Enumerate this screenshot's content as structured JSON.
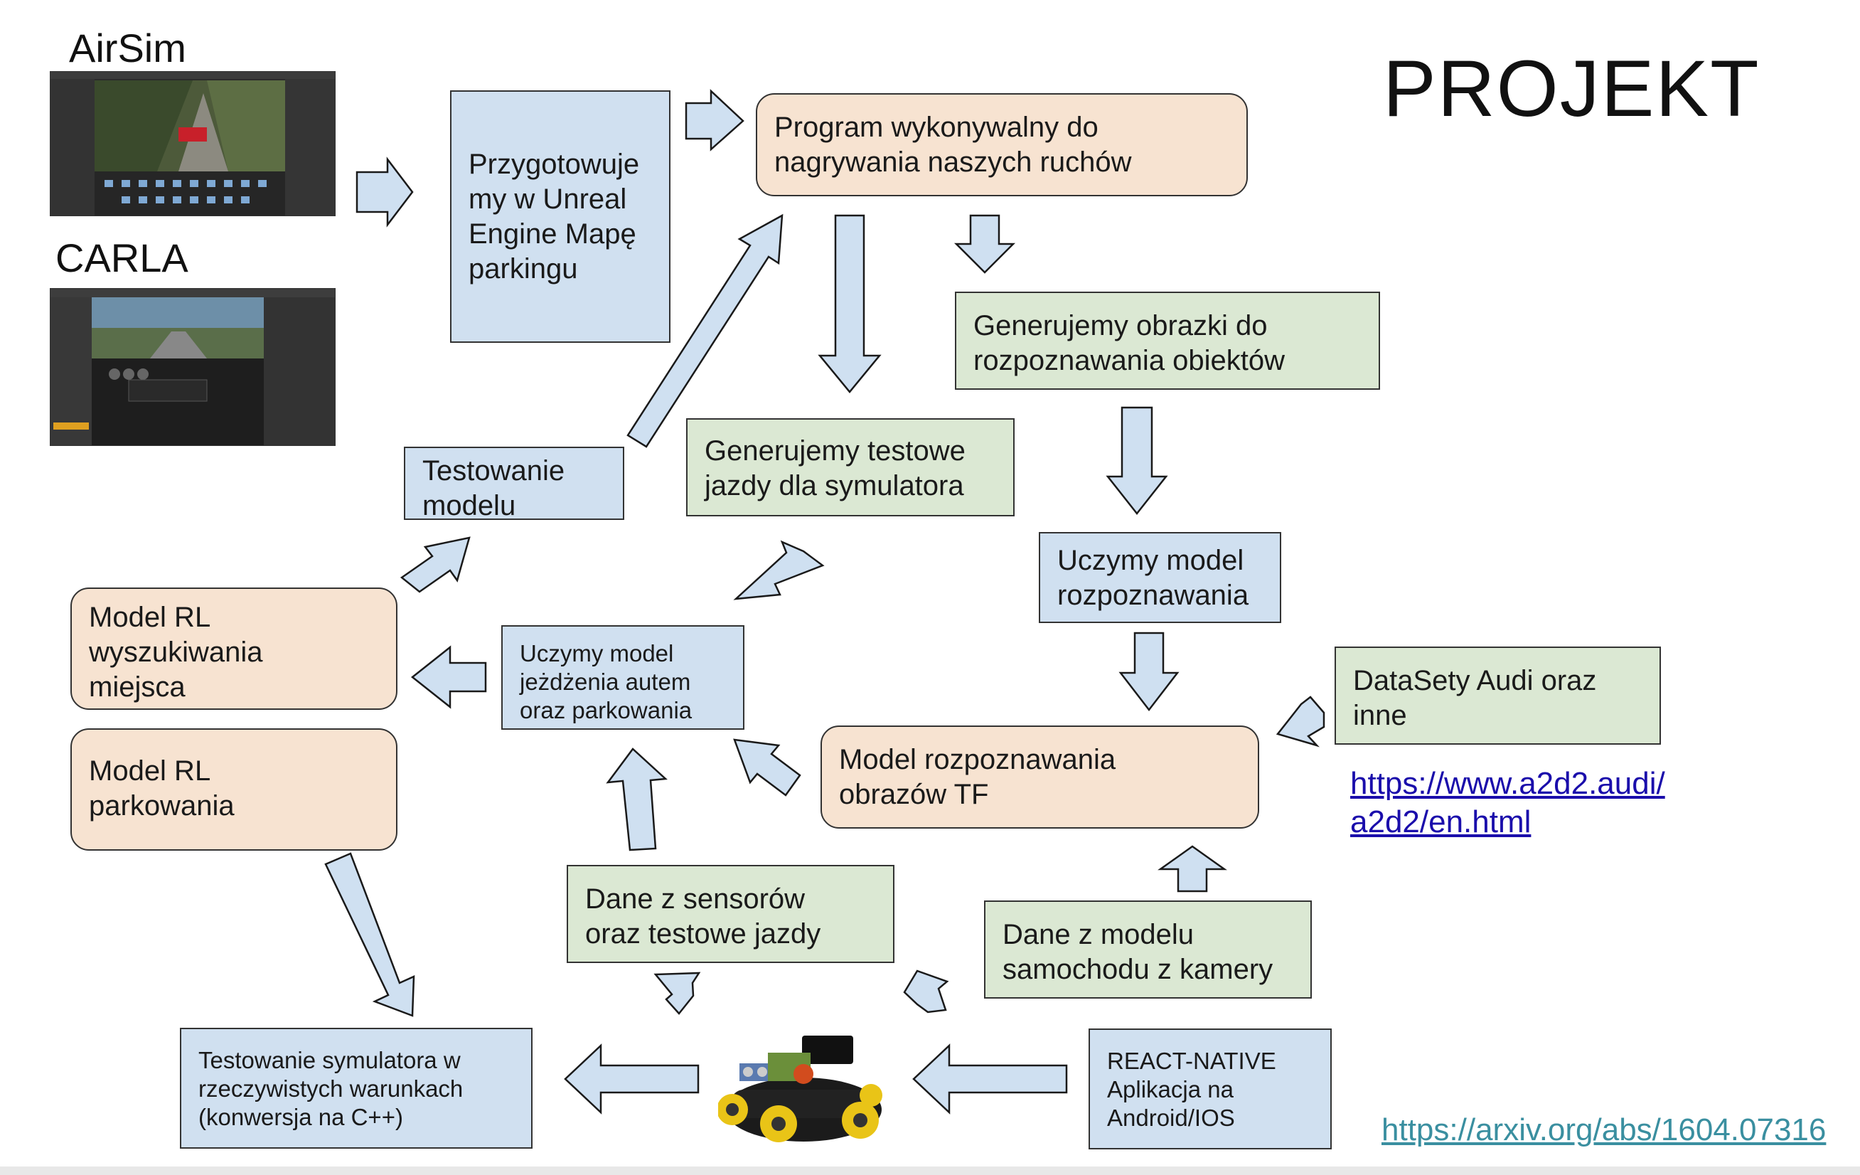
{
  "title": "PROJEKT",
  "labels": {
    "airsim": "AirSim",
    "carla": "CARLA"
  },
  "boxes": {
    "przygotowujemy": "Przygotowuje\nmy w Unreal\nEngine Mapę\nparkingu",
    "program": "Program wykonywalny do\nnagrywania naszych ruchów",
    "generujemy_obrazki": "Generujemy obrazki do\nrozpoznawania obiektów",
    "testowanie_modelu": "Testowanie\nmodelu",
    "generujemy_testowe": "Generujemy testowe\njazdy dla symulatora",
    "uczymy_rozpoznawania": "Uczymy model\nrozpoznawania",
    "model_rl_wyszukiwania": "Model RL\nwyszukiwania\nmiejsca",
    "uczymy_jezdzenia": "Uczymy model\njeżdżenia autem\noraz parkowania",
    "datasety": "DataSety Audi oraz\ninne",
    "model_rl_parkowania": "Model RL\nparkowania",
    "model_tf": "Model rozpoznawania\nobrazów TF",
    "dane_sensorow": "Dane z sensorów\noraz testowe jazdy",
    "dane_kamery": "Dane z modelu\nsamochodu z kamery",
    "testowanie_symulatora": "Testowanie symulatora w\nrzeczywistych warunkach\n(konwersja na C++)",
    "react_native": "REACT-NATIVE\nAplikacja na\nAndroid/IOS"
  },
  "links": {
    "audi": "https://www.a2d2.audi/\na2d2/en.html",
    "arxiv": "https://arxiv.org/abs/1604.07316"
  },
  "colors": {
    "box_blue": "#d0e0f0",
    "box_green": "#dbe8d3",
    "box_peach": "#f7e3d1",
    "arrow_fill": "#cfe0f1",
    "link_blue": "#1a0dab",
    "link_teal": "#3a8fa0"
  }
}
